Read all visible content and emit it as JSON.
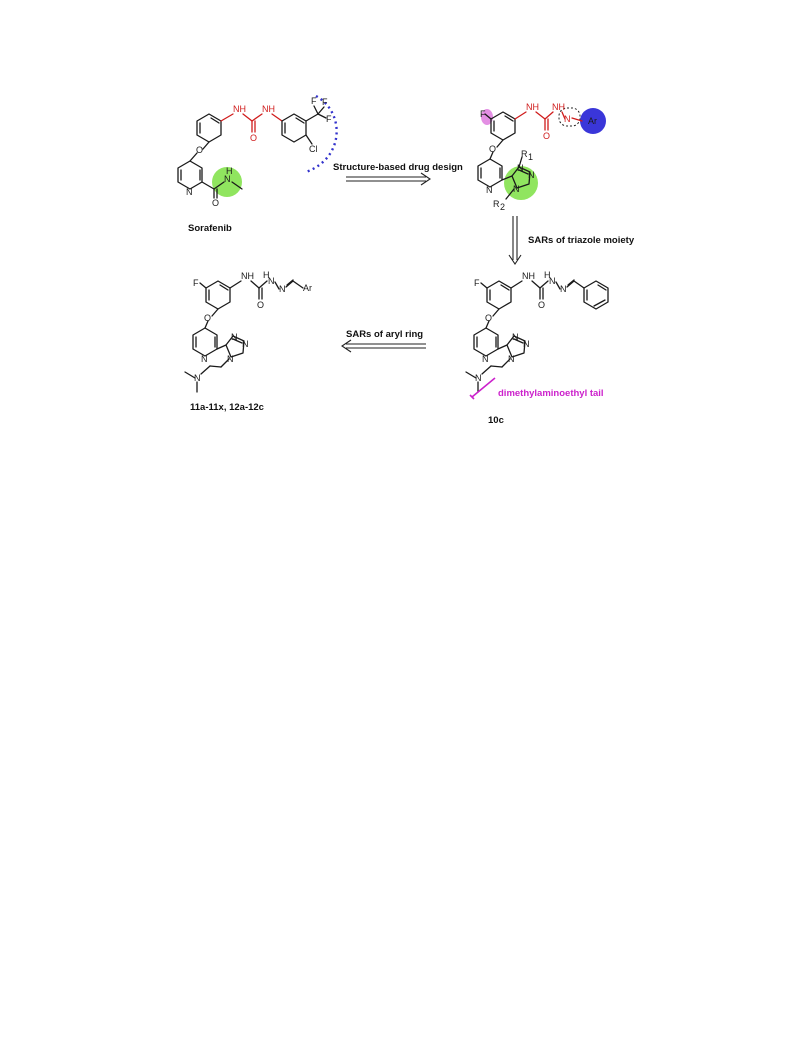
{
  "colors": {
    "bond": "#1a1a1a",
    "urea": "#d01c1c",
    "amide_highlight": "#7de043",
    "hydrophobic_arc": "#3333cc",
    "aryl_highlight": "#3a36d9",
    "fluoro_highlight": "#cc33cc",
    "tail_label": "#cc22cc"
  },
  "steps": {
    "design": "Structure-based drug design",
    "triazole": "SARs of triazole moiety",
    "aryl": "SARs of aryl ring"
  },
  "compounds": {
    "sorafenib": "Sorafenib",
    "lead": "10c",
    "series": "11a-11x, 12a-12c"
  },
  "annotations": {
    "tail": "dimethylaminoethyl tail"
  },
  "atoms": {
    "O": "O",
    "N": "N",
    "NH": "NH",
    "H": "H",
    "F": "F",
    "Cl": "Cl",
    "Ar": "Ar",
    "R": "R",
    "sub1": "1",
    "sub2": "2"
  }
}
